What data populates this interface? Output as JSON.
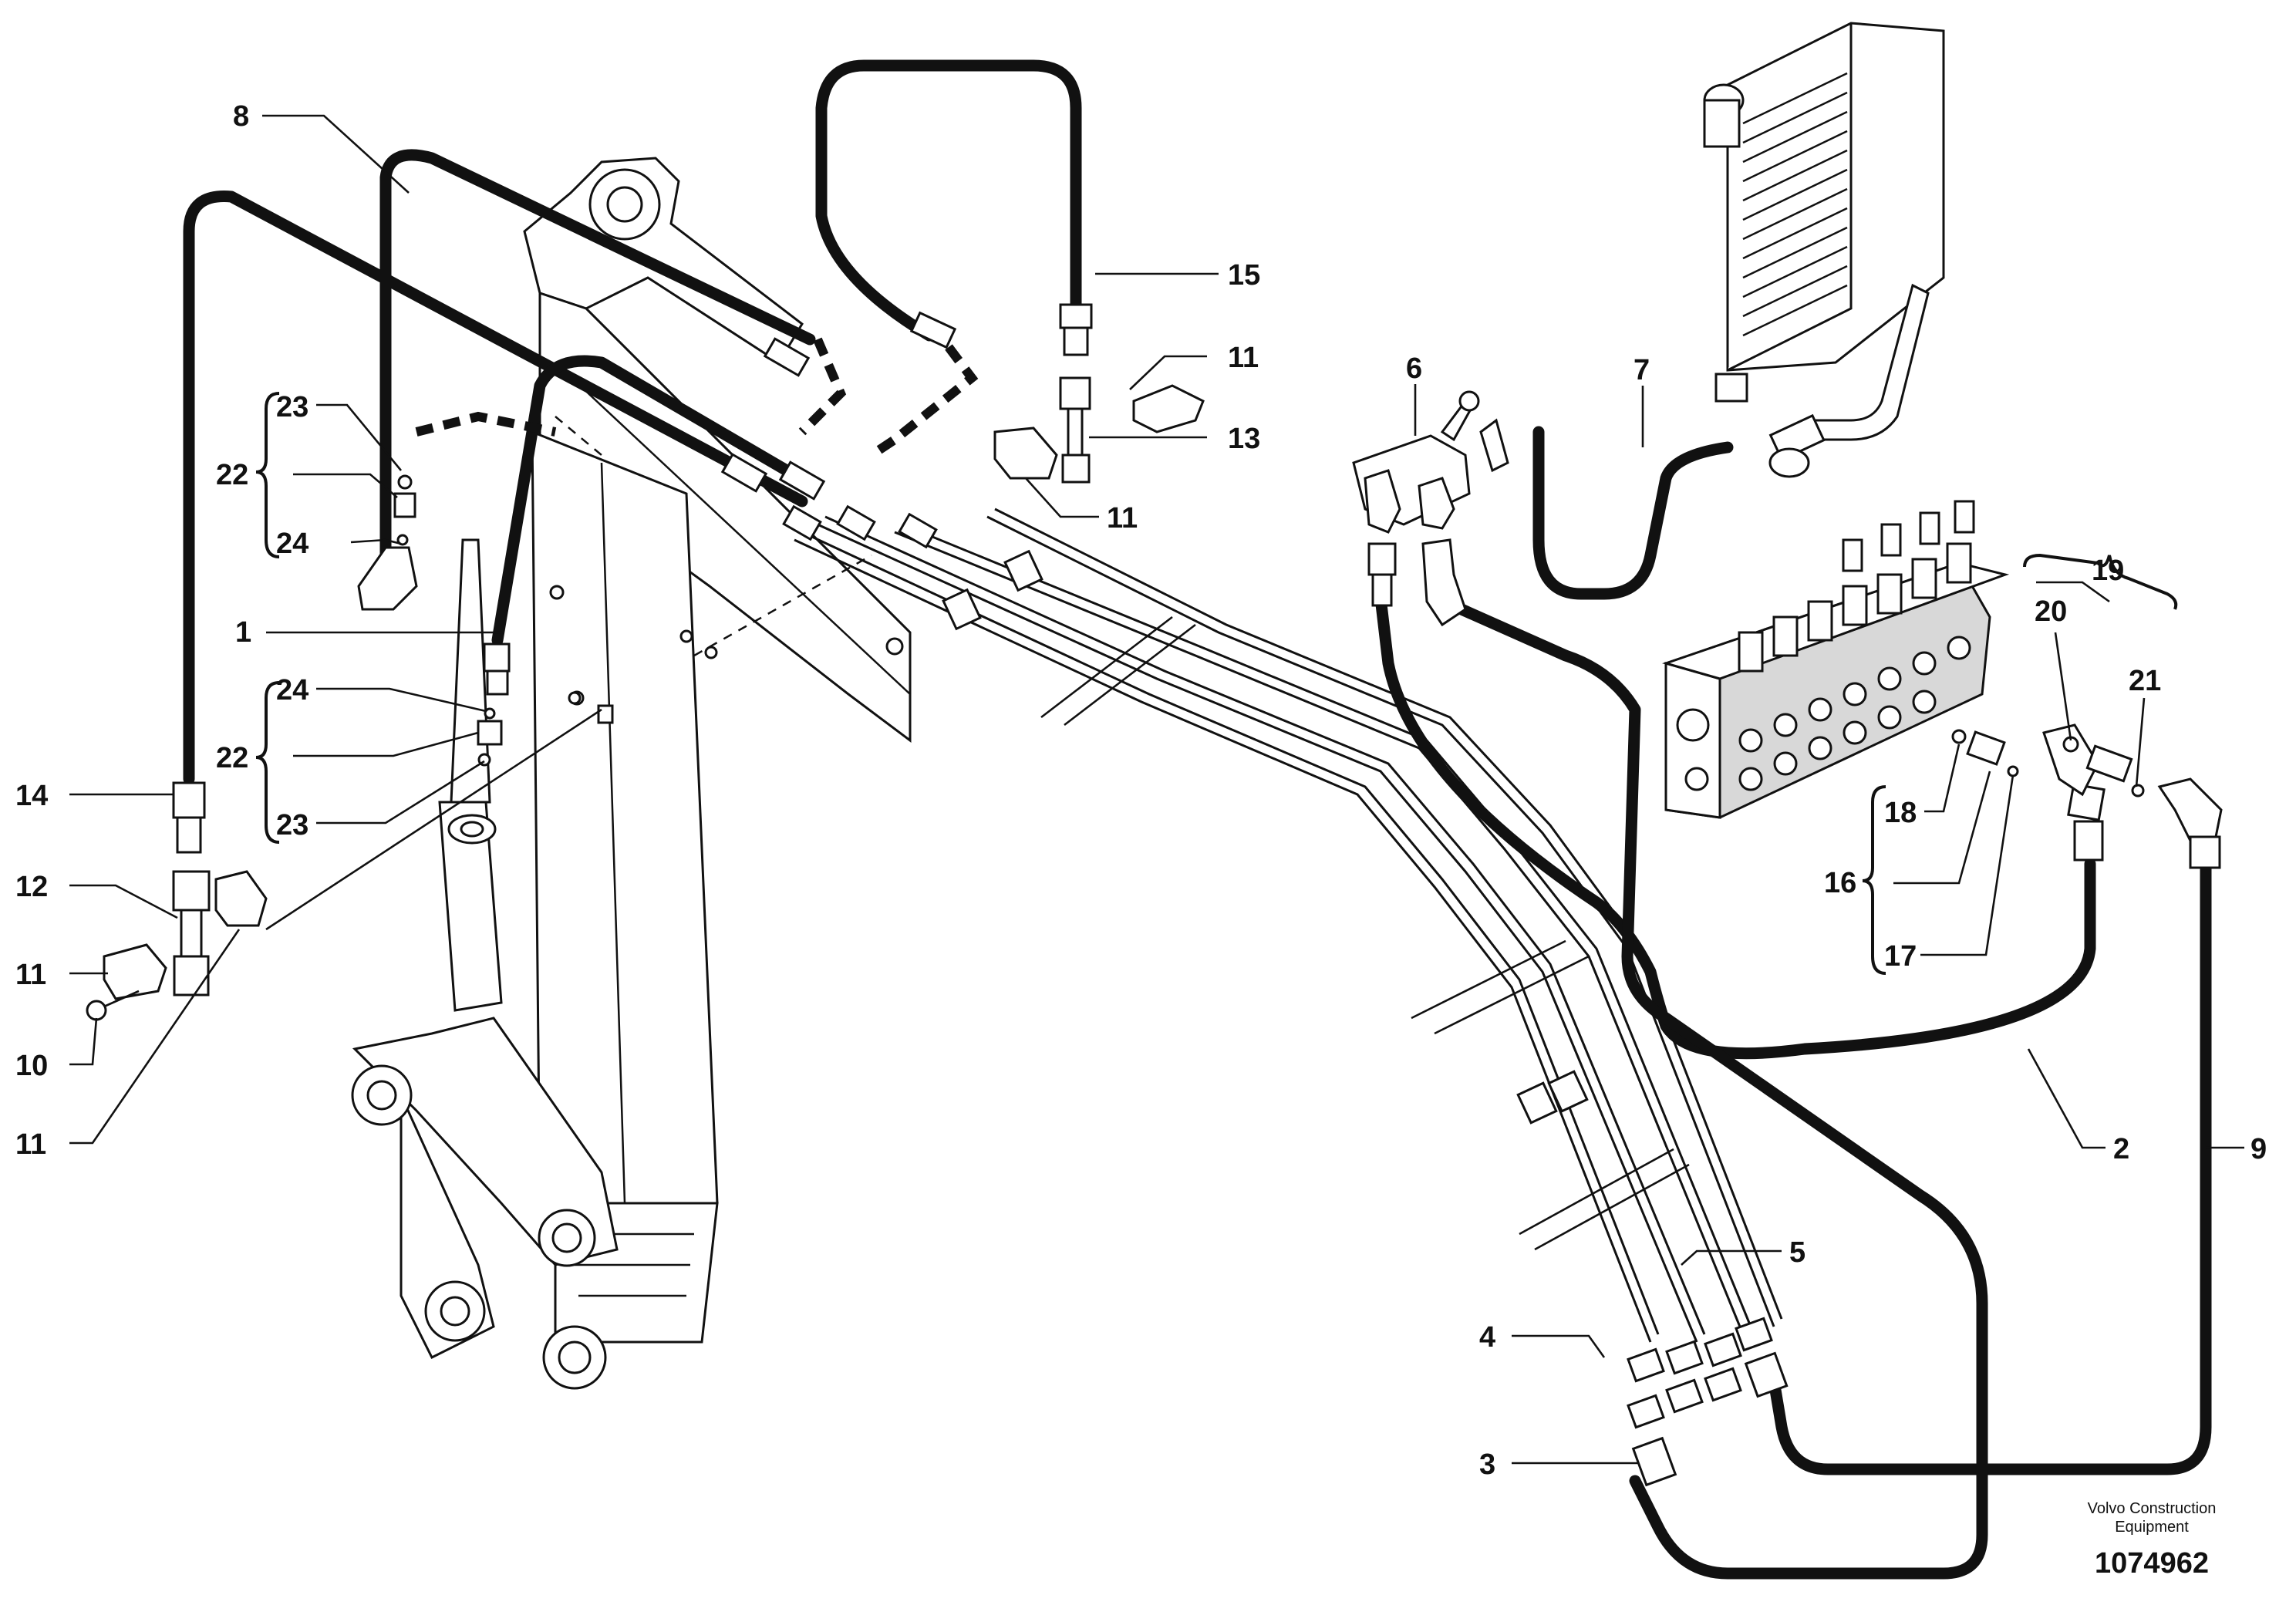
{
  "drawing": {
    "brand_line1": "Volvo Construction",
    "brand_line2": "Equipment",
    "reference_number": "1074962"
  },
  "callouts": [
    {
      "id": "c8",
      "label": "8"
    },
    {
      "id": "c23a",
      "label": "23"
    },
    {
      "id": "c22a",
      "label": "22"
    },
    {
      "id": "c24a",
      "label": "24"
    },
    {
      "id": "c1",
      "label": "1"
    },
    {
      "id": "c24b",
      "label": "24"
    },
    {
      "id": "c22b",
      "label": "22"
    },
    {
      "id": "c23b",
      "label": "23"
    },
    {
      "id": "c14",
      "label": "14"
    },
    {
      "id": "c12",
      "label": "12"
    },
    {
      "id": "c11a",
      "label": "11"
    },
    {
      "id": "c10",
      "label": "10"
    },
    {
      "id": "c11b",
      "label": "11"
    },
    {
      "id": "c15",
      "label": "15"
    },
    {
      "id": "c11c",
      "label": "11"
    },
    {
      "id": "c13",
      "label": "13"
    },
    {
      "id": "c11d",
      "label": "11"
    },
    {
      "id": "c6",
      "label": "6"
    },
    {
      "id": "c7",
      "label": "7"
    },
    {
      "id": "c19",
      "label": "19"
    },
    {
      "id": "c20",
      "label": "20"
    },
    {
      "id": "c21",
      "label": "21"
    },
    {
      "id": "c18",
      "label": "18"
    },
    {
      "id": "c16",
      "label": "16"
    },
    {
      "id": "c17",
      "label": "17"
    },
    {
      "id": "c2",
      "label": "2"
    },
    {
      "id": "c9",
      "label": "9"
    },
    {
      "id": "c5",
      "label": "5"
    },
    {
      "id": "c4",
      "label": "4"
    },
    {
      "id": "c3",
      "label": "3"
    }
  ]
}
